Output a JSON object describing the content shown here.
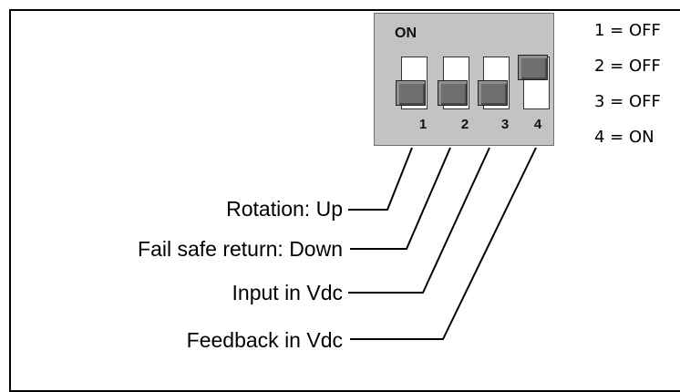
{
  "switch_block": {
    "on_label": "ON",
    "switches": [
      {
        "number": "1",
        "position": "down"
      },
      {
        "number": "2",
        "position": "down"
      },
      {
        "number": "3",
        "position": "down"
      },
      {
        "number": "4",
        "position": "up"
      }
    ]
  },
  "settings": [
    "1 = OFF",
    "2 = OFF",
    "3 = OFF",
    "4 = ON"
  ],
  "functions": [
    "Rotation: Up",
    "Fail safe return: Down",
    "Input in Vdc",
    "Feedback in Vdc"
  ],
  "colors": {
    "body": "#c3c3c3",
    "knob": "#6f6f6f",
    "slot": "#ffffff",
    "line": "#000000"
  }
}
